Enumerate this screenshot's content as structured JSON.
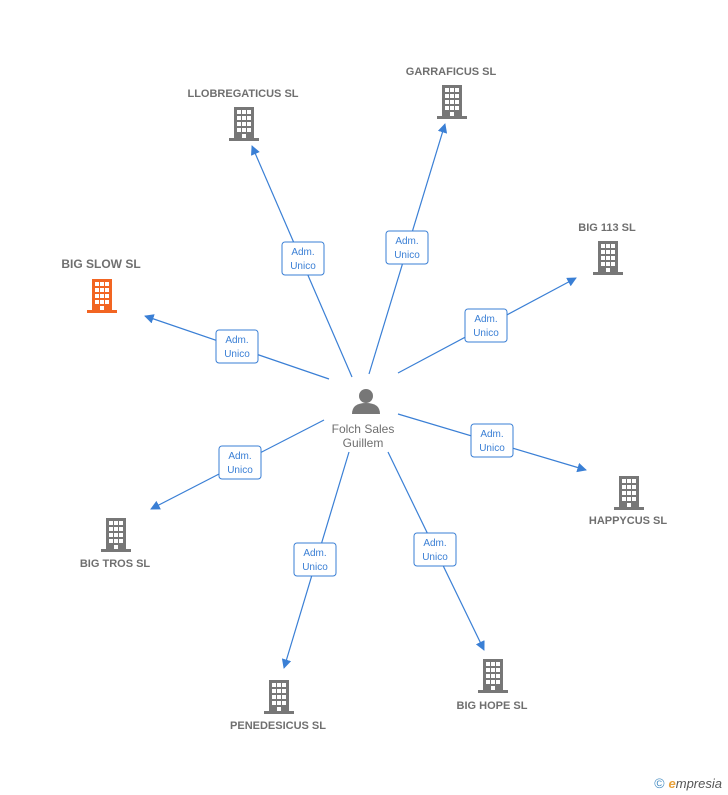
{
  "center": {
    "name_line1": "Folch Sales",
    "name_line2": "Guillem"
  },
  "edge_label": {
    "line1": "Adm.",
    "line2": "Unico"
  },
  "colors": {
    "edge": "#3a7fd5",
    "building": "#777777",
    "highlight": "#f26522",
    "person": "#777777"
  },
  "companies": [
    {
      "id": "llobregaticus",
      "name": "LLOBREGATICUS SL",
      "highlight": false,
      "role": "Adm. Unico"
    },
    {
      "id": "garraficus",
      "name": "GARRAFICUS SL",
      "highlight": false,
      "role": "Adm. Unico"
    },
    {
      "id": "big113",
      "name": "BIG 113  SL",
      "highlight": false,
      "role": "Adm. Unico"
    },
    {
      "id": "bigslow",
      "name": "BIG SLOW  SL",
      "highlight": true,
      "role": "Adm. Unico"
    },
    {
      "id": "happycus",
      "name": "HAPPYCUS  SL",
      "highlight": false,
      "role": "Adm. Unico"
    },
    {
      "id": "bigtros",
      "name": "BIG TROS  SL",
      "highlight": false,
      "role": "Adm. Unico"
    },
    {
      "id": "penedesicus",
      "name": "PENEDESICUS SL",
      "highlight": false,
      "role": "Adm. Unico"
    },
    {
      "id": "bighope",
      "name": "BIG HOPE  SL",
      "highlight": false,
      "role": "Adm. Unico"
    }
  ],
  "footer": {
    "copyright": "©",
    "brand_initial": "e",
    "brand_rest": "mpresia"
  }
}
